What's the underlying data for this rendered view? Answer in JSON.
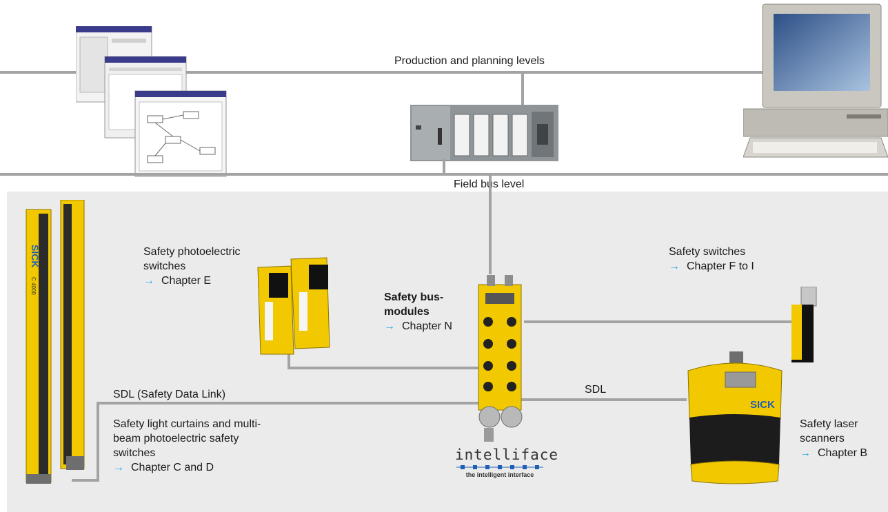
{
  "levels": {
    "production": "Production and planning levels",
    "fieldbus": "Field bus level"
  },
  "components": {
    "photoelectric": {
      "line1": "Safety photoelectric",
      "line2": "switches",
      "chapter": "Chapter E"
    },
    "busmodules": {
      "line1": "Safety bus-",
      "line2": "modules",
      "chapter": "Chapter N"
    },
    "switches": {
      "line1": "Safety switches",
      "chapter": "Chapter F to I"
    },
    "sdl_left": "SDL (Safety Data Link)",
    "sdl_right": "SDL",
    "lightcurtains": {
      "line1": "Safety light curtains and multi-",
      "line2": "beam photoelectric safety",
      "line3": "switches",
      "chapter": "Chapter C and D"
    },
    "laserscanners": {
      "line1": "Safety laser",
      "line2": "scanners",
      "chapter": "Chapter B"
    }
  },
  "product_marks": {
    "curtain_brand": "SICK",
    "curtain_model": "C 4000",
    "scanner_brand": "SICK"
  },
  "logo": {
    "name": "intelliface",
    "tagline": "the intelligent interface"
  },
  "icons": {
    "arrow": "→"
  },
  "colors": {
    "arrow": "#1aa3e8",
    "bus_line": "#a3a3a3",
    "panel": "#ebebeb",
    "device_yellow": "#f2c800",
    "sick_blue": "#1f5fb4"
  }
}
